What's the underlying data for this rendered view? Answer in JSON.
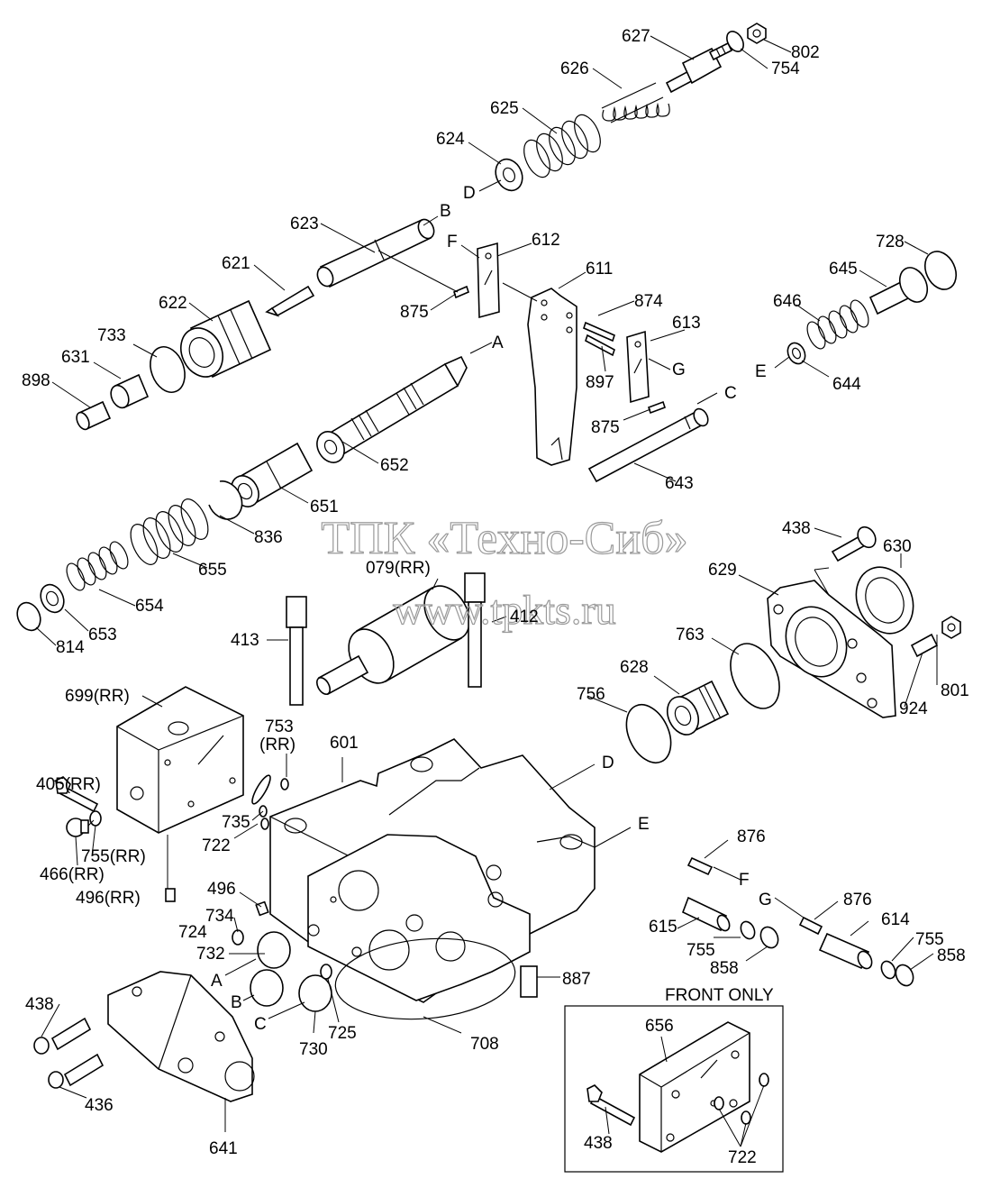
{
  "watermark": {
    "line1": "ТПК «Техно-Сиб»",
    "line2": "www.tpkts.ru"
  },
  "inset": {
    "title": "FRONT ONLY"
  },
  "labels": {
    "l627": "627",
    "l802": "802",
    "l754": "754",
    "l626": "626",
    "l625": "625",
    "l624": "624",
    "lD1": "D",
    "lB1": "B",
    "l623": "623",
    "lF1": "F",
    "l612": "612",
    "l621": "621",
    "l611": "611",
    "l728": "728",
    "l645": "645",
    "l622": "622",
    "l875a": "875",
    "l874": "874",
    "l613": "613",
    "l646": "646",
    "l733": "733",
    "lA1": "A",
    "l631": "631",
    "lE1": "E",
    "lG1": "G",
    "l644": "644",
    "l898": "898",
    "l897": "897",
    "lC1": "C",
    "l875b": "875",
    "l652": "652",
    "l643": "643",
    "l651": "651",
    "l836": "836",
    "l655": "655",
    "l438a": "438",
    "l630": "630",
    "l079": "079(RR)",
    "l629": "629",
    "l412": "412",
    "l654": "654",
    "l653": "653",
    "l814": "814",
    "l413": "413",
    "l763": "763",
    "l801": "801",
    "l628": "628",
    "l699": "699(RR)",
    "l756": "756",
    "l924": "924",
    "l753": "753",
    "l753rr": "(RR)",
    "l601": "601",
    "l405": "405(RR)",
    "lD2": "D",
    "l735": "735",
    "lE2": "E",
    "l722a": "722",
    "l755rra": "755(RR)",
    "l466": "466(RR)",
    "l876a": "876",
    "l496rr": "496(RR)",
    "l496": "496",
    "lF2": "F",
    "l734": "734",
    "lG2": "G",
    "l876b": "876",
    "l724": "724",
    "l615": "615",
    "l614": "614",
    "l732": "732",
    "l755a": "755",
    "l755b": "755",
    "l858a": "858",
    "l858b": "858",
    "lA2": "A",
    "l887": "887",
    "lB2": "B",
    "l438b": "438",
    "lC2": "C",
    "l730": "730",
    "l725": "725",
    "l708": "708",
    "l656": "656",
    "l436": "436",
    "l641": "641",
    "l438c": "438",
    "l722b": "722"
  },
  "style": {
    "line_color": "#000000",
    "background": "#ffffff",
    "watermark_color": "#9a9a9a"
  }
}
